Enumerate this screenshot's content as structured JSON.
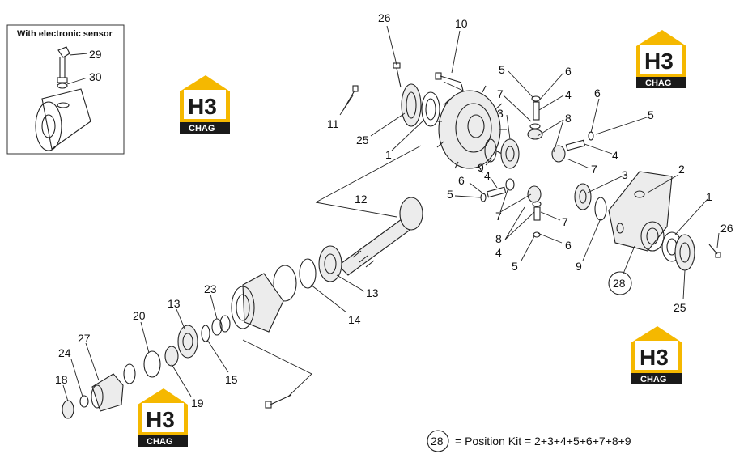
{
  "inset": {
    "title": "With electronic sensor",
    "callouts": [
      "29",
      "30"
    ]
  },
  "logo": {
    "letters": "H3",
    "caption": "CHAG",
    "color": "#f5b800"
  },
  "callouts": {
    "c26a": "26",
    "c10": "10",
    "c11": "11",
    "c25a": "25",
    "c1a": "1",
    "c5a": "5",
    "c6a": "6",
    "c7a": "7",
    "c4a": "4",
    "c3a": "3",
    "c8a": "8",
    "c9a": "9",
    "c6b": "6",
    "c5b": "5",
    "c4b": "4",
    "c7b": "7",
    "c3b": "3",
    "c2": "2",
    "c1b": "1",
    "c26b": "26",
    "c6c": "6",
    "c5c": "5",
    "c4c": "4",
    "c7c": "7",
    "c8b": "8",
    "c7d": "7",
    "c4d": "4",
    "c6d": "6",
    "c5d": "5",
    "c9b": "9",
    "c28": "28",
    "c25b": "25",
    "c12": "12",
    "c13a": "13",
    "c14": "14",
    "c23": "23",
    "c13b": "13",
    "c15": "15",
    "c20": "20",
    "c19": "19",
    "c27": "27",
    "c24": "24",
    "c18": "18"
  },
  "legend": {
    "kit_number": "28",
    "text": "=  Position Kit = 2+3+4+5+6+7+8+9"
  }
}
